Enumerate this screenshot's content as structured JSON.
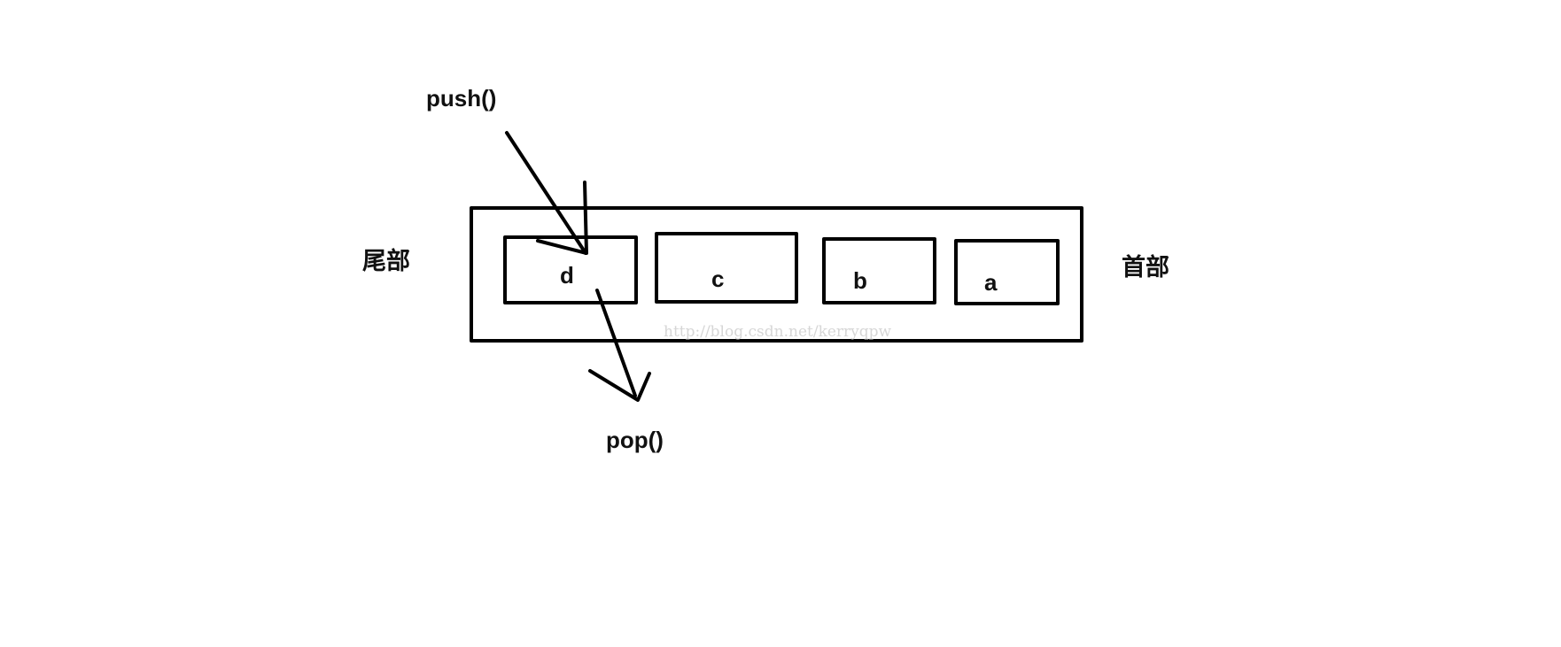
{
  "diagram": {
    "push_label": "push()",
    "pop_label": "pop()",
    "tail_label": "尾部",
    "head_label": "首部",
    "elements": [
      "d",
      "c",
      "b",
      "a"
    ],
    "watermark": "http://blog.csdn.net/kerryqpw"
  },
  "colors": {
    "line": "#000000",
    "text": "#111111",
    "watermark": "#d6d6d6",
    "background": "#ffffff"
  }
}
